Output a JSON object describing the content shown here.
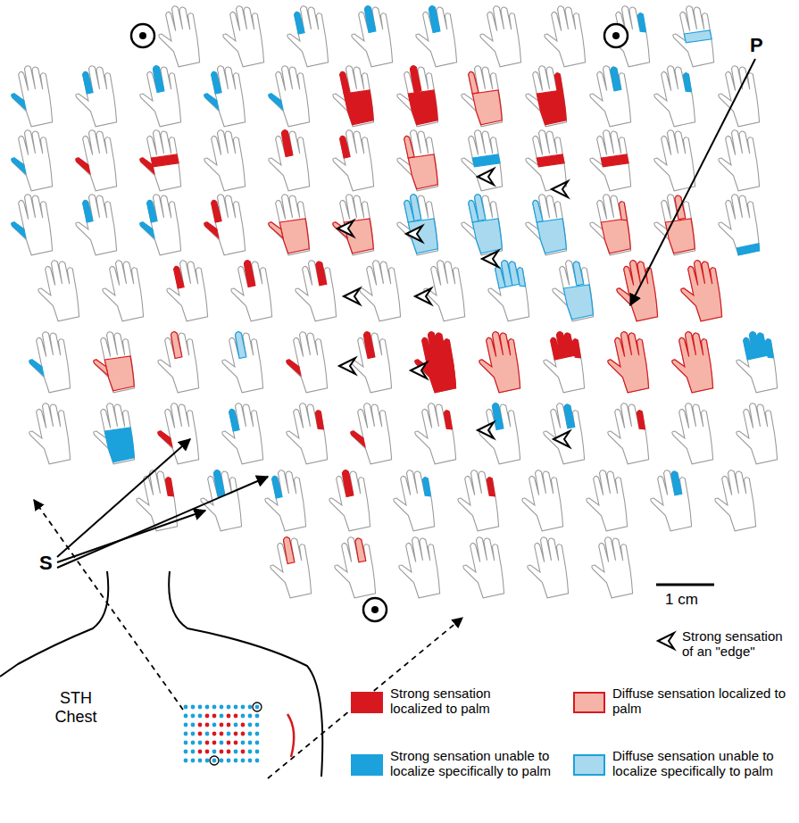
{
  "diagram": {
    "labels": [
      "S",
      "P",
      "STH Chest",
      "1 cm"
    ],
    "legend": [
      {
        "text": "Strong sensation of an \"edge\""
      },
      {
        "text": "Strong sensation localized to palm",
        "color": "#d7191f"
      },
      {
        "text": "Diffuse sensation localized to palm",
        "color": "#f6b4a8"
      },
      {
        "text": "Strong sensation unable to localize specifically to palm",
        "color": "#1ba1dc"
      },
      {
        "text": "Diffuse sensation unable to localize specifically to palm",
        "color": "#a9d9ef"
      }
    ]
  }
}
